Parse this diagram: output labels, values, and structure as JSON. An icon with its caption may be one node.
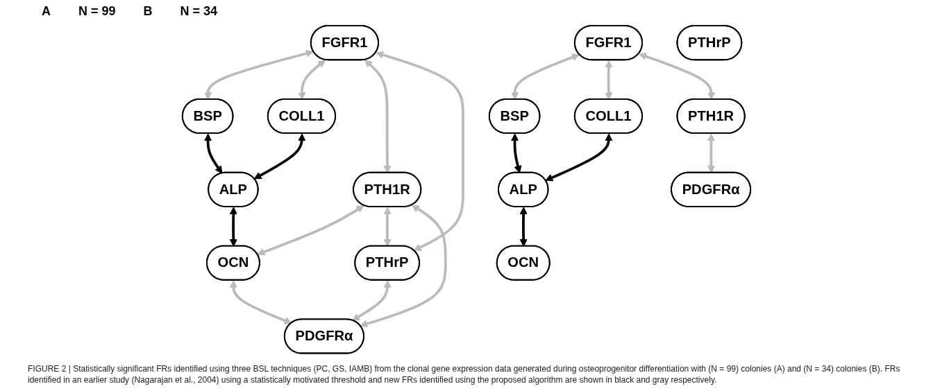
{
  "diagram": {
    "caption": "FIGURE 2 | Statistically significant FRs identified using three BSL techniques (PC, GS, IAMB) from the clonal gene expression data generated during osteoprogenitor differentiation with (N = 99) colonies (A) and (N = 34) colonies (B). FRs identified in an earlier study (Nagarajan et al., 2004) using a statistically motivated threshold and new FRs identified using the proposed algorithm are shown in black and gray respectively.",
    "nodes": [
      {
        "text": [
          "FGFR1"
        ]
      },
      {
        "text": [
          "COLL1"
        ]
      },
      {
        "text": [
          "BSP"
        ]
      },
      {
        "text": [
          "ALP"
        ]
      },
      {
        "text": [
          "PTH1R"
        ]
      },
      {
        "text": [
          "OCN"
        ]
      },
      {
        "text": [
          "PTHrP"
        ]
      },
      {
        "text": [
          "PDGFRα"
        ]
      },
      {
        "text": [
          "FGFR1"
        ]
      },
      {
        "text": [
          "COLL1"
        ]
      },
      {
        "text": [
          "BSP"
        ]
      },
      {
        "text": [
          "ALP"
        ]
      },
      {
        "text": [
          "PTH1R"
        ]
      },
      {
        "text": [
          "OCN"
        ]
      },
      {
        "text": [
          "PTHrP"
        ]
      },
      {
        "text": [
          "PDGFRα"
        ]
      }
    ],
    "edges": [
      {
        "from": 0,
        "to": 2,
        "arrow": "both"
      },
      {
        "from": 0,
        "to": 1,
        "arrow": "both"
      },
      {
        "from": 1,
        "to": 3,
        "arrow": "both",
        "color": "#000000"
      },
      {
        "from": 2,
        "to": 3,
        "arrow": "both",
        "color": "#000000"
      },
      {
        "from": 3,
        "to": 5,
        "arrow": "both",
        "color": "#000000"
      },
      {
        "from": 0,
        "to": 4,
        "arrow": "both"
      },
      {
        "from": 0,
        "to": 6,
        "arrow": "both"
      },
      {
        "from": 4,
        "to": 5,
        "arrow": "both"
      },
      {
        "from": 4,
        "to": 6,
        "arrow": "both"
      },
      {
        "from": 4,
        "to": 7,
        "arrow": "both"
      },
      {
        "from": 5,
        "to": 7,
        "arrow": "both"
      },
      {
        "from": 6,
        "to": 7,
        "arrow": "both"
      },
      {
        "from": 8,
        "to": 10,
        "arrow": "both"
      },
      {
        "from": 8,
        "to": 9,
        "arrow": "both"
      },
      {
        "from": 9,
        "to": 11,
        "arrow": "both",
        "color": "#000000"
      },
      {
        "from": 10,
        "to": 11,
        "arrow": "both",
        "color": "#000000"
      },
      {
        "from": 11,
        "to": 13,
        "arrow": "both",
        "color": "#000000"
      },
      {
        "from": 8,
        "to": 12,
        "arrow": "both"
      },
      {
        "from": 12,
        "to": 15,
        "arrow": "both"
      }
    ],
    "labels": [
      "A",
      "N = 99",
      "B",
      "N = 34"
    ]
  }
}
